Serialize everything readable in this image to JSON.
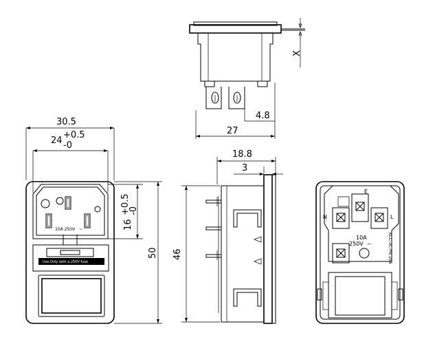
{
  "dimensions": {
    "width_total": "30.5",
    "width_inner": "24",
    "tol_plus": "+0.5",
    "tol_minus": "-0",
    "inlet_height": "16",
    "height_total": "50",
    "height_side": "46",
    "depth_total": "18.8",
    "flange": "3",
    "top_width": "27",
    "top_pin": "4.8",
    "panel_x": "X"
  },
  "labels": {
    "rating_front": "10A 250V",
    "ac_symbol": "~",
    "fuse_note": "Use Only with a 250V fuse",
    "rating_back_a": "10A",
    "rating_back_v": "250V",
    "terminal_n": "N",
    "terminal_e": "E",
    "terminal_l": "L",
    "back_side_text": "KCC-3C-PB 10A"
  }
}
